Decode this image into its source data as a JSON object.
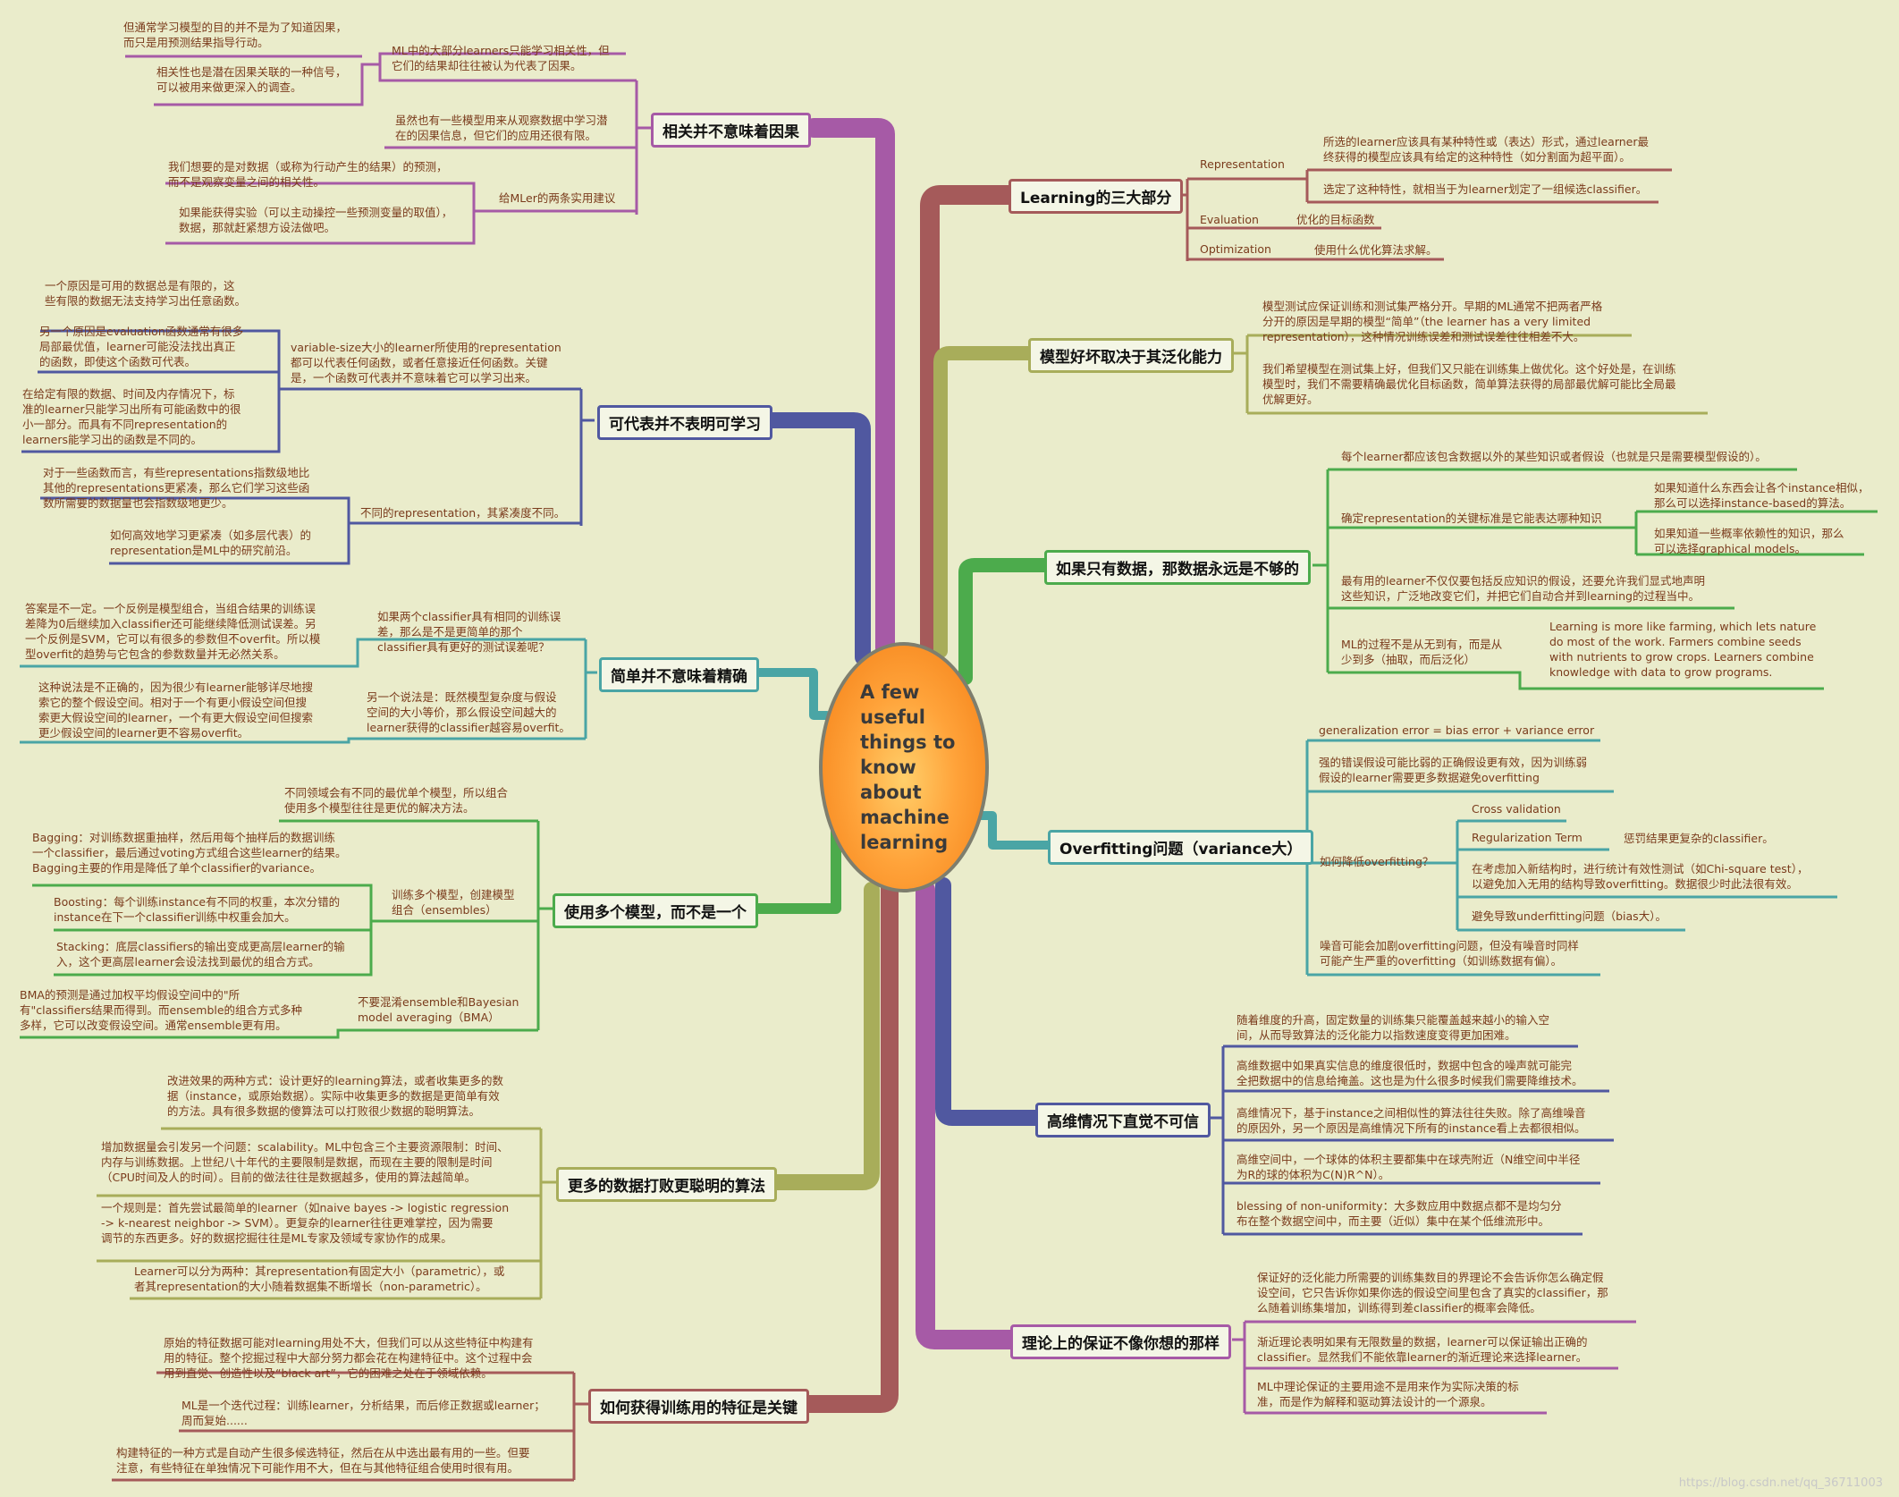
{
  "center": {
    "title": "A few useful things to know about machine learning"
  },
  "watermark": "https://blog.csdn.net/qq_36711003",
  "colors": {
    "purple": "#a65aa6",
    "navy": "#5058a0",
    "teal": "#4aa5a5",
    "green": "#4cab4c",
    "olive": "#a8ad5a",
    "brown": "#a55a5a",
    "center": "#ff9a30"
  },
  "topics": {
    "t1": "相关并不意味着因果",
    "t2": "可代表并不表明可学习",
    "t3": "简单并不意味着精确",
    "t4": "使用多个模型，而不是一个",
    "t5": "更多的数据打败更聪明的算法",
    "t6": "如何获得训练用的特征是关键",
    "t7": "Learning的三大部分",
    "t8": "模型好坏取决于其泛化能力",
    "t9": "如果只有数据，那数据永远是不够的",
    "t10": "Overfitting问题（variance大）",
    "t11": "高维情况下直觉不可信",
    "t12": "理论上的保证不像你想的那样"
  },
  "nodes": {
    "a1": "但通常学习模型的目的并不是为了知道因果，\n而只是用预测结果指导行动。",
    "a2": "ML中的大部分learners只能学习相关性，但\n它们的结果却往往被认为代表了因果。",
    "a3": "相关性也是潜在因果关联的一种信号，\n可以被用来做更深入的调查。",
    "a4": "虽然也有一些模型用来从观察数据中学习潜\n在的因果信息，但它们的应用还很有限。",
    "a5": "我们想要的是对数据（或称为行动产生的结果）的预测，\n而不是观察变量之间的相关性。",
    "a6": "给MLer的两条实用建议",
    "a7": "如果能获得实验（可以主动操控一些预测变量的取值），\n数据，那就赶紧想方设法做吧。",
    "b1": "一个原因是可用的数据总是有限的，这\n些有限的数据无法支持学习出任意函数。",
    "b2": "另一个原因是evaluation函数通常有很多\n局部最优值，learner可能没法找出真正\n的函数，即使这个函数可代表。",
    "b3": "variable-size大小的learner所使用的representation\n都可以代表任何函数，或者任意接近任何函数。关键\n是，一个函数可代表并不意味着它可以学习出来。",
    "b4": "在给定有限的数据、时间及内存情况下，标\n准的learner只能学习出所有可能函数中的很\n小一部分。而具有不同representation的\nlearners能学习出的函数是不同的。",
    "b5": "对于一些函数而言，有些representations指数级地比\n其他的representations更紧凑，那么它们学习这些函\n数所需要的数据量也会指数级地更少。",
    "b6": "不同的representation，其紧凑度不同。",
    "b7": "如何高效地学习更紧凑（如多层代表）的\nrepresentation是ML中的研究前沿。",
    "c1": "答案是不一定。一个反例是模型组合，当组合结果的训练误\n差降为0后继续加入classifier还可能继续降低测试误差。另\n一个反例是SVM，它可以有很多的参数但不overfit。所以模\n型overfit的趋势与它包含的参数数量并无必然关系。",
    "c2": "如果两个classifier具有相同的训练误\n差，那么是不是更简单的那个\nclassifier具有更好的测试误差呢？",
    "c3": "这种说法是不正确的，因为很少有learner能够详尽地搜\n索它的整个假设空间。相对于一个有更小假设空间但搜\n索更大假设空间的learner，一个有更大假设空间但搜索\n更少假设空间的learner更不容易overfit。",
    "c4": "另一个说法是：既然模型复杂度与假设\n空间的大小等价，那么假设空间越大的\nlearner获得的classifier越容易overfit。",
    "d1": "不同领域会有不同的最优单个模型，所以组合\n使用多个模型往往是更优的解决方法。",
    "d2": "Bagging：对训练数据重抽样，然后用每个抽样后的数据训练\n一个classifier，最后通过voting方式组合这些learner的结果。\nBagging主要的作用是降低了单个classifier的variance。",
    "d3": "Boosting：每个训练instance有不同的权重，本次分错的\ninstance在下一个classifier训练中权重会加大。",
    "d4": "训练多个模型，创建模型\n组合（ensembles）",
    "d5": "Stacking：底层classifiers的输出变成更高层learner的输\n入，这个更高层learner会设法找到最优的组合方式。",
    "d6": "BMA的预测是通过加权平均假设空间中的\"所\n有\"classifiers结果而得到。而ensemble的组合方式多种\n多样，它可以改变假设空间。通常ensemble更有用。",
    "d7": "不要混淆ensemble和Bayesian\nmodel averaging（BMA）",
    "e1": "改进效果的两种方式：设计更好的learning算法，或者收集更多的数\n据（instance，或原始数据）。实际中收集更多的数据是更简单有效\n的方法。具有很多数据的傻算法可以打败很少数据的聪明算法。",
    "e2": "增加数据量会引发另一个问题：scalability。ML中包含三个主要资源限制：时间、\n内存与训练数据。上世纪八十年代的主要限制是数据，而现在主要的限制是时间\n（CPU时间及人的时间）。目前的做法往往是数据越多，使用的算法越简单。",
    "e3": "一个规则是：首先尝试最简单的learner（如naive bayes -> logistic regression\n-> k-nearest neighbor -> SVM）。更复杂的learner往往更难掌控，因为需要\n调节的东西更多。好的数据挖掘往往是ML专家及领域专家协作的成果。",
    "e4": "Learner可以分为两种：其representation有固定大小（parametric），或\n者其representation的大小随着数据集不断增长（non-parametric）。",
    "f1": "原始的特征数据可能对learning用处不大，但我们可以从这些特征中构建有\n用的特征。整个挖掘过程中大部分努力都会花在构建特征中。这个过程中会\n用到直觉、创造性以及“black art”，它的困难之处在于领域依赖。",
    "f2": "ML是一个迭代过程：训练learner，分析结果，而后修正数据或learner；\n周而复始......",
    "f3": "构建特征的一种方式是自动产生很多候选特征，然后在从中选出最有用的一些。但要\n注意，有些特征在单独情况下可能作用不大，但在与其他特征组合使用时很有用。",
    "g1": "Representation",
    "g2": "所选的learner应该具有某种特性或（表达）形式，通过learner最\n终获得的模型应该具有给定的这种特性（如分割面为超平面）。",
    "g3": "选定了这种特性，就相当于为learner划定了一组候选classifier。",
    "g4": "Evaluation",
    "g5": "优化的目标函数",
    "g6": "Optimization",
    "g7": "使用什么优化算法求解。",
    "h1": "模型测试应保证训练和测试集严格分开。早期的ML通常不把两者严格\n分开的原因是早期的模型“简单”（the learner has a very limited\nrepresentation），这种情况训练误差和测试误差往往相差不大。",
    "h2": "我们希望模型在测试集上好，但我们又只能在训练集上做优化。这个好处是，在训练\n模型时，我们不需要精确最优化目标函数，简单算法获得的局部最优解可能比全局最\n优解更好。",
    "i1": "每个learner都应该包含数据以外的某些知识或者假设（也就是只是需要模型假设的）。",
    "i2": "确定representation的关键标准是它能表达哪种知识",
    "i3": "如果知道什么东西会让各个instance相似，\n那么可以选择instance-based的算法。",
    "i4": "如果知道一些概率依赖性的知识，那么\n可以选择graphical models。",
    "i5": "最有用的learner不仅仅要包括反应知识的假设，还要允许我们显式地声明\n这些知识，广泛地改变它们，并把它们自动合并到learning的过程当中。",
    "i6": "ML的过程不是从无到有，而是从\n少到多（抽取，而后泛化）",
    "i7": "Learning is more like farming, which lets nature\ndo most of the work. Farmers combine seeds\nwith nutrients to grow crops. Learners combine\nknowledge with data to grow programs.",
    "j1": "generalization error = bias error + variance error",
    "j2": "强的错误假设可能比弱的正确假设更有效，因为训练弱\n假设的learner需要更多数据避免overfitting",
    "j3": "Cross validation",
    "j4": "Regularization Term",
    "j5": "惩罚结果更复杂的classifier。",
    "j6": "如何降低overfitting？",
    "j7": "在考虑加入新结构时，进行统计有效性测试（如Chi-square test），\n以避免加入无用的结构导致overfitting。数据很少时此法很有效。",
    "j8": "避免导致underfitting问题（bias大）。",
    "j9": "噪音可能会加剧overfitting问题，但没有噪音时同样\n可能产生严重的overfitting（如训练数据有偏）。",
    "k1": "随着维度的升高，固定数量的训练集只能覆盖越来越小的输入空\n间，从而导致算法的泛化能力以指数速度变得更加困难。",
    "k2": "高维数据中如果真实信息的维度很低时，数据中包含的噪声就可能完\n全把数据中的信息给掩盖。这也是为什么很多时候我们需要降维技术。",
    "k3": "高维情况下，基于instance之间相似性的算法往往失败。除了高维噪音\n的原因外，另一个原因是高维情况下所有的instance看上去都很相似。",
    "k4": "高维空间中，一个球体的体积主要都集中在球壳附近（N维空间中半径\n为R的球的体积为C(N)R^N）。",
    "k5": "blessing of non-uniformity：大多数应用中数据点都不是均匀分\n布在整个数据空间中，而主要（近似）集中在某个低维流形中。",
    "l1": "保证好的泛化能力所需要的训练集数目的界理论不会告诉你怎么确定假\n设空间，它只告诉你如果你选的假设空间里包含了真实的classifier，那\n么随着训练集增加，训练得到差classifier的概率会降低。",
    "l2": "渐近理论表明如果有无限数量的数据，learner可以保证输出正确的\nclassifier。显然我们不能依靠learner的渐近理论来选择learner。",
    "l3": "ML中理论保证的主要用途不是用来作为实际决策的标\n准，而是作为解释和驱动算法设计的一个源泉。"
  }
}
